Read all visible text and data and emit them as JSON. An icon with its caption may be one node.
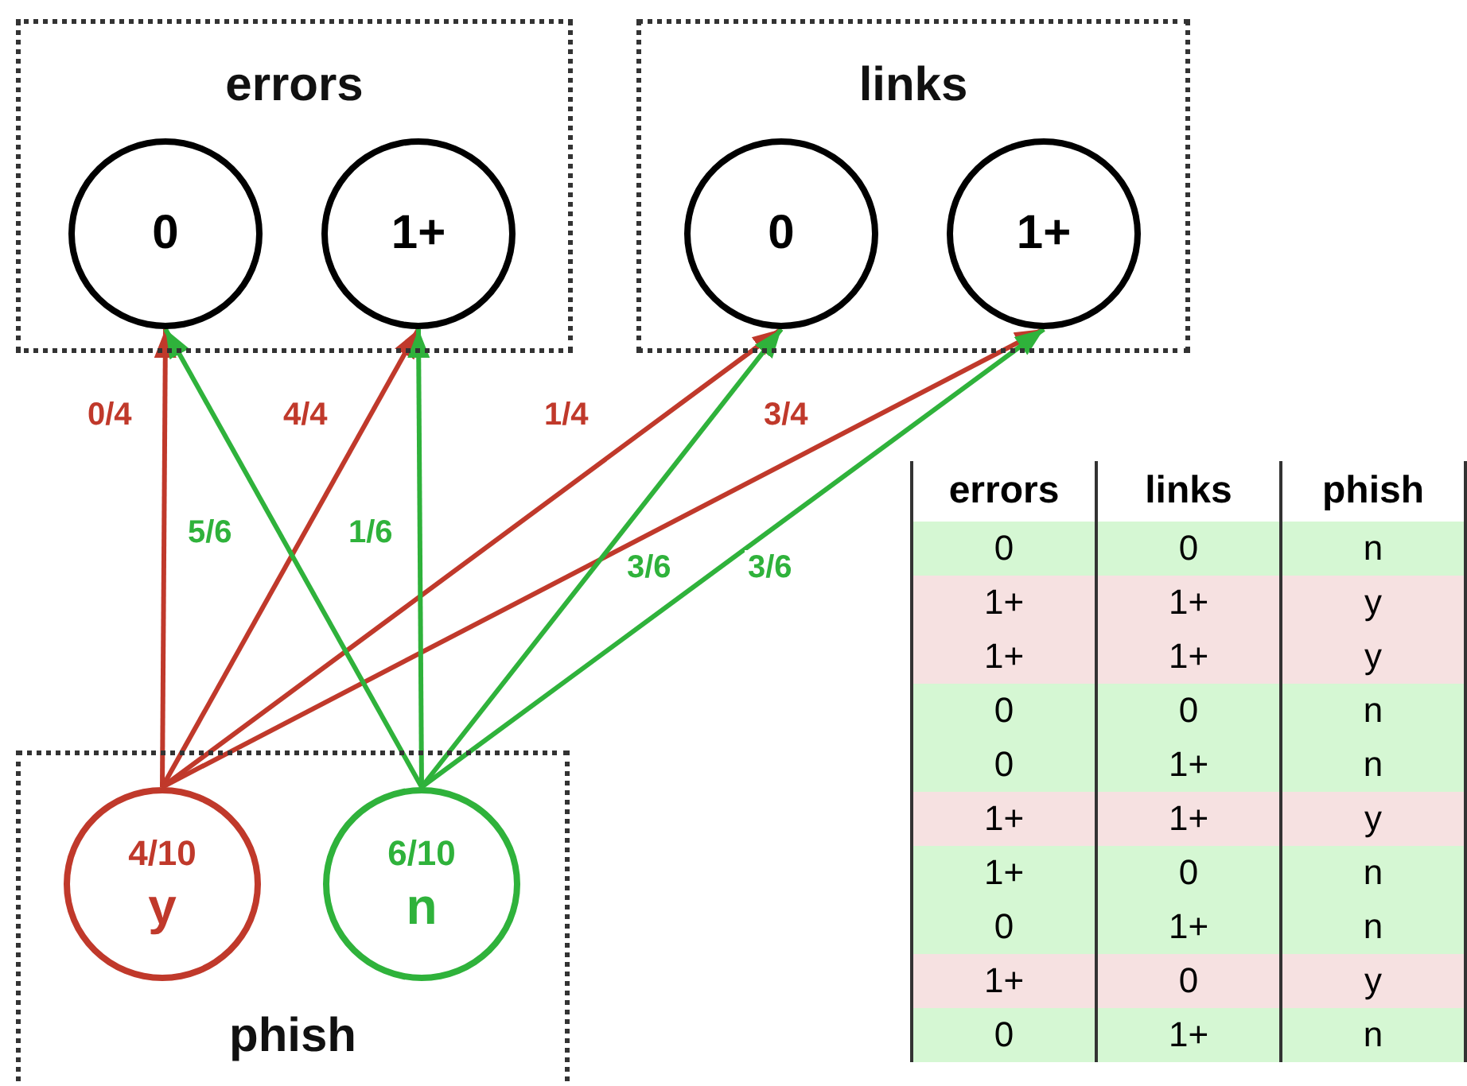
{
  "diagram": {
    "nodes": [
      {
        "text": [
          "errors"
        ]
      },
      {
        "text": [
          "0"
        ],
        "in": 0
      },
      {
        "text": [
          "1+"
        ],
        "in": 0
      },
      {
        "text": [
          "links"
        ]
      },
      {
        "text": [
          "0"
        ],
        "in": 3
      },
      {
        "text": [
          "1+"
        ],
        "in": 3
      },
      {
        "text": [
          "phish"
        ]
      },
      {
        "text": [
          "4/10",
          "y"
        ],
        "in": 6
      },
      {
        "text": [
          "6/10",
          "n"
        ],
        "in": 6
      }
    ],
    "edges": [
      {
        "from": 7,
        "to": 1,
        "arrow": "to",
        "label": "0/4",
        "color": "#c0392b"
      },
      {
        "from": 7,
        "to": 2,
        "arrow": "to",
        "label": "4/4",
        "color": "#c0392b"
      },
      {
        "from": 7,
        "to": 4,
        "arrow": "to",
        "label": "1/4",
        "color": "#c0392b"
      },
      {
        "from": 7,
        "to": 5,
        "arrow": "to",
        "label": "3/4",
        "color": "#c0392b"
      },
      {
        "from": 8,
        "to": 1,
        "arrow": "to",
        "label": "5/6",
        "color": "#2fb23b"
      },
      {
        "from": 8,
        "to": 2,
        "arrow": "to",
        "label": "1/6",
        "color": "#2fb23b"
      },
      {
        "from": 8,
        "to": 4,
        "arrow": "to",
        "label": "3/6",
        "color": "#2fb23b"
      },
      {
        "from": 8,
        "to": 5,
        "arrow": "to",
        "label": "3/6",
        "color": "#2fb23b"
      }
    ],
    "labels": [
      "errors",
      "links",
      "phish",
      "0",
      "0",
      "n",
      "1+",
      "1+",
      "y",
      "1+",
      "1+",
      "y",
      "0",
      "0",
      "n",
      "0",
      "1+",
      "n",
      "1+",
      "1+",
      "y",
      "1+",
      "0",
      "n",
      "0",
      "1+",
      "n",
      "1+",
      "0",
      "y",
      "0",
      "1+",
      "n"
    ]
  }
}
